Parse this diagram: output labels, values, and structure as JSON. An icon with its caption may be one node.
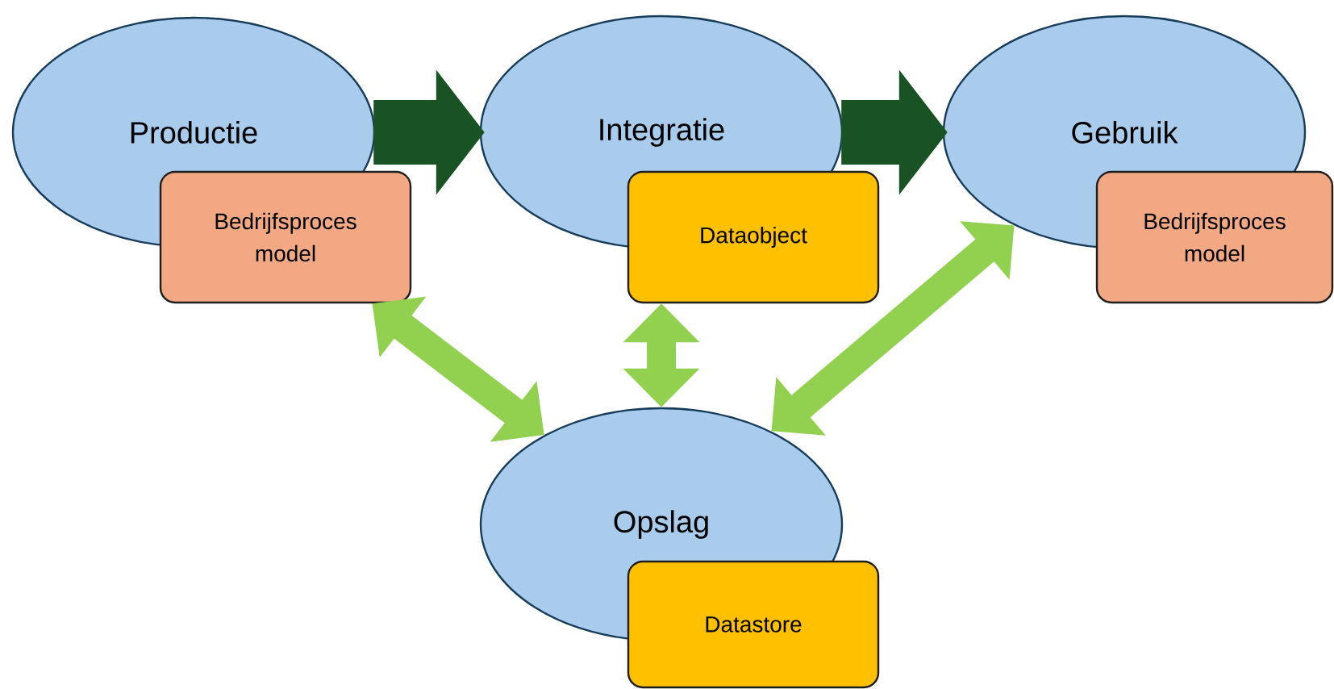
{
  "diagram": {
    "nodes": [
      {
        "text": [
          "Productie"
        ]
      },
      {
        "text": [
          "Bedrijfsproces model"
        ]
      },
      {
        "text": [
          "Integratie"
        ]
      },
      {
        "text": [
          "Dataobject"
        ]
      },
      {
        "text": [
          "Gebruik"
        ]
      },
      {
        "text": [
          "Bedrijfsproces model"
        ]
      },
      {
        "text": [
          "Opslag"
        ]
      },
      {
        "text": [
          "Datastore"
        ]
      }
    ],
    "edges": [
      {
        "from": 0,
        "to": 2,
        "arrow": "to",
        "style": "thick",
        "color": "#1a5323"
      },
      {
        "from": 2,
        "to": 4,
        "arrow": "to",
        "style": "thick",
        "color": "#1a5323"
      },
      {
        "from": 1,
        "to": 6,
        "arrow": "both"
      },
      {
        "from": 3,
        "to": 6,
        "arrow": "both"
      },
      {
        "from": 4,
        "to": 6,
        "arrow": "both"
      }
    ]
  }
}
